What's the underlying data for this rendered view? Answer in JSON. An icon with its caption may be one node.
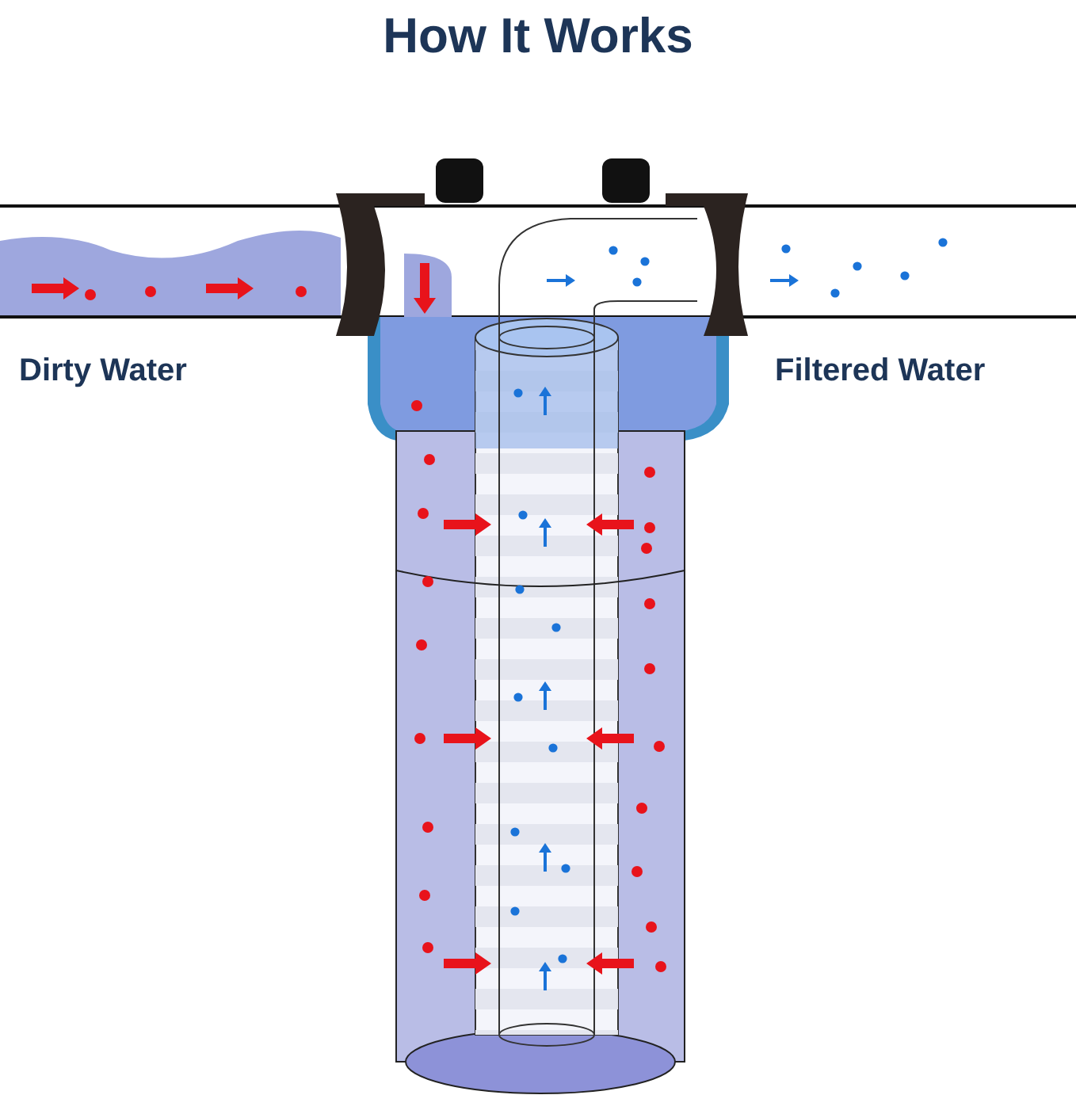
{
  "diagram": {
    "title": "How It Works",
    "labels": [
      "Dirty Water",
      "Filtered Water"
    ]
  }
}
